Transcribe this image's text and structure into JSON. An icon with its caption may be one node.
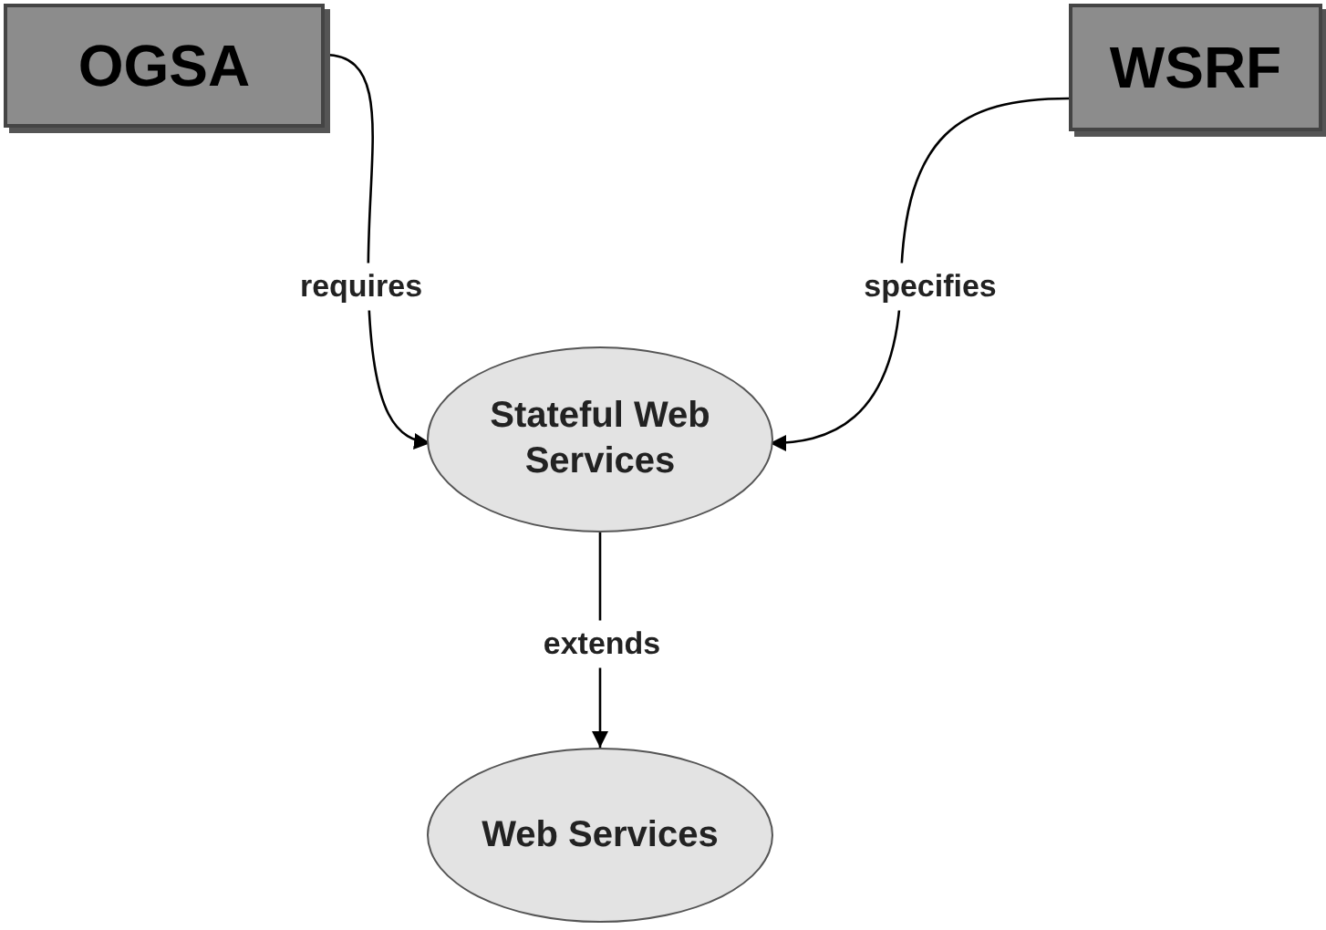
{
  "diagram": {
    "nodes": [
      {
        "text": [
          "OGSA"
        ]
      },
      {
        "text": [
          "WSRF"
        ]
      },
      {
        "text": [
          "Stateful Web Services"
        ]
      },
      {
        "text": [
          "Web Services"
        ]
      }
    ],
    "edges": [
      {
        "from": 0,
        "to": 2,
        "arrow": "to",
        "label": "requires"
      },
      {
        "from": 1,
        "to": 2,
        "arrow": "to",
        "label": "specifies"
      },
      {
        "from": 2,
        "to": 3,
        "arrow": "to",
        "label": "extends"
      }
    ]
  }
}
